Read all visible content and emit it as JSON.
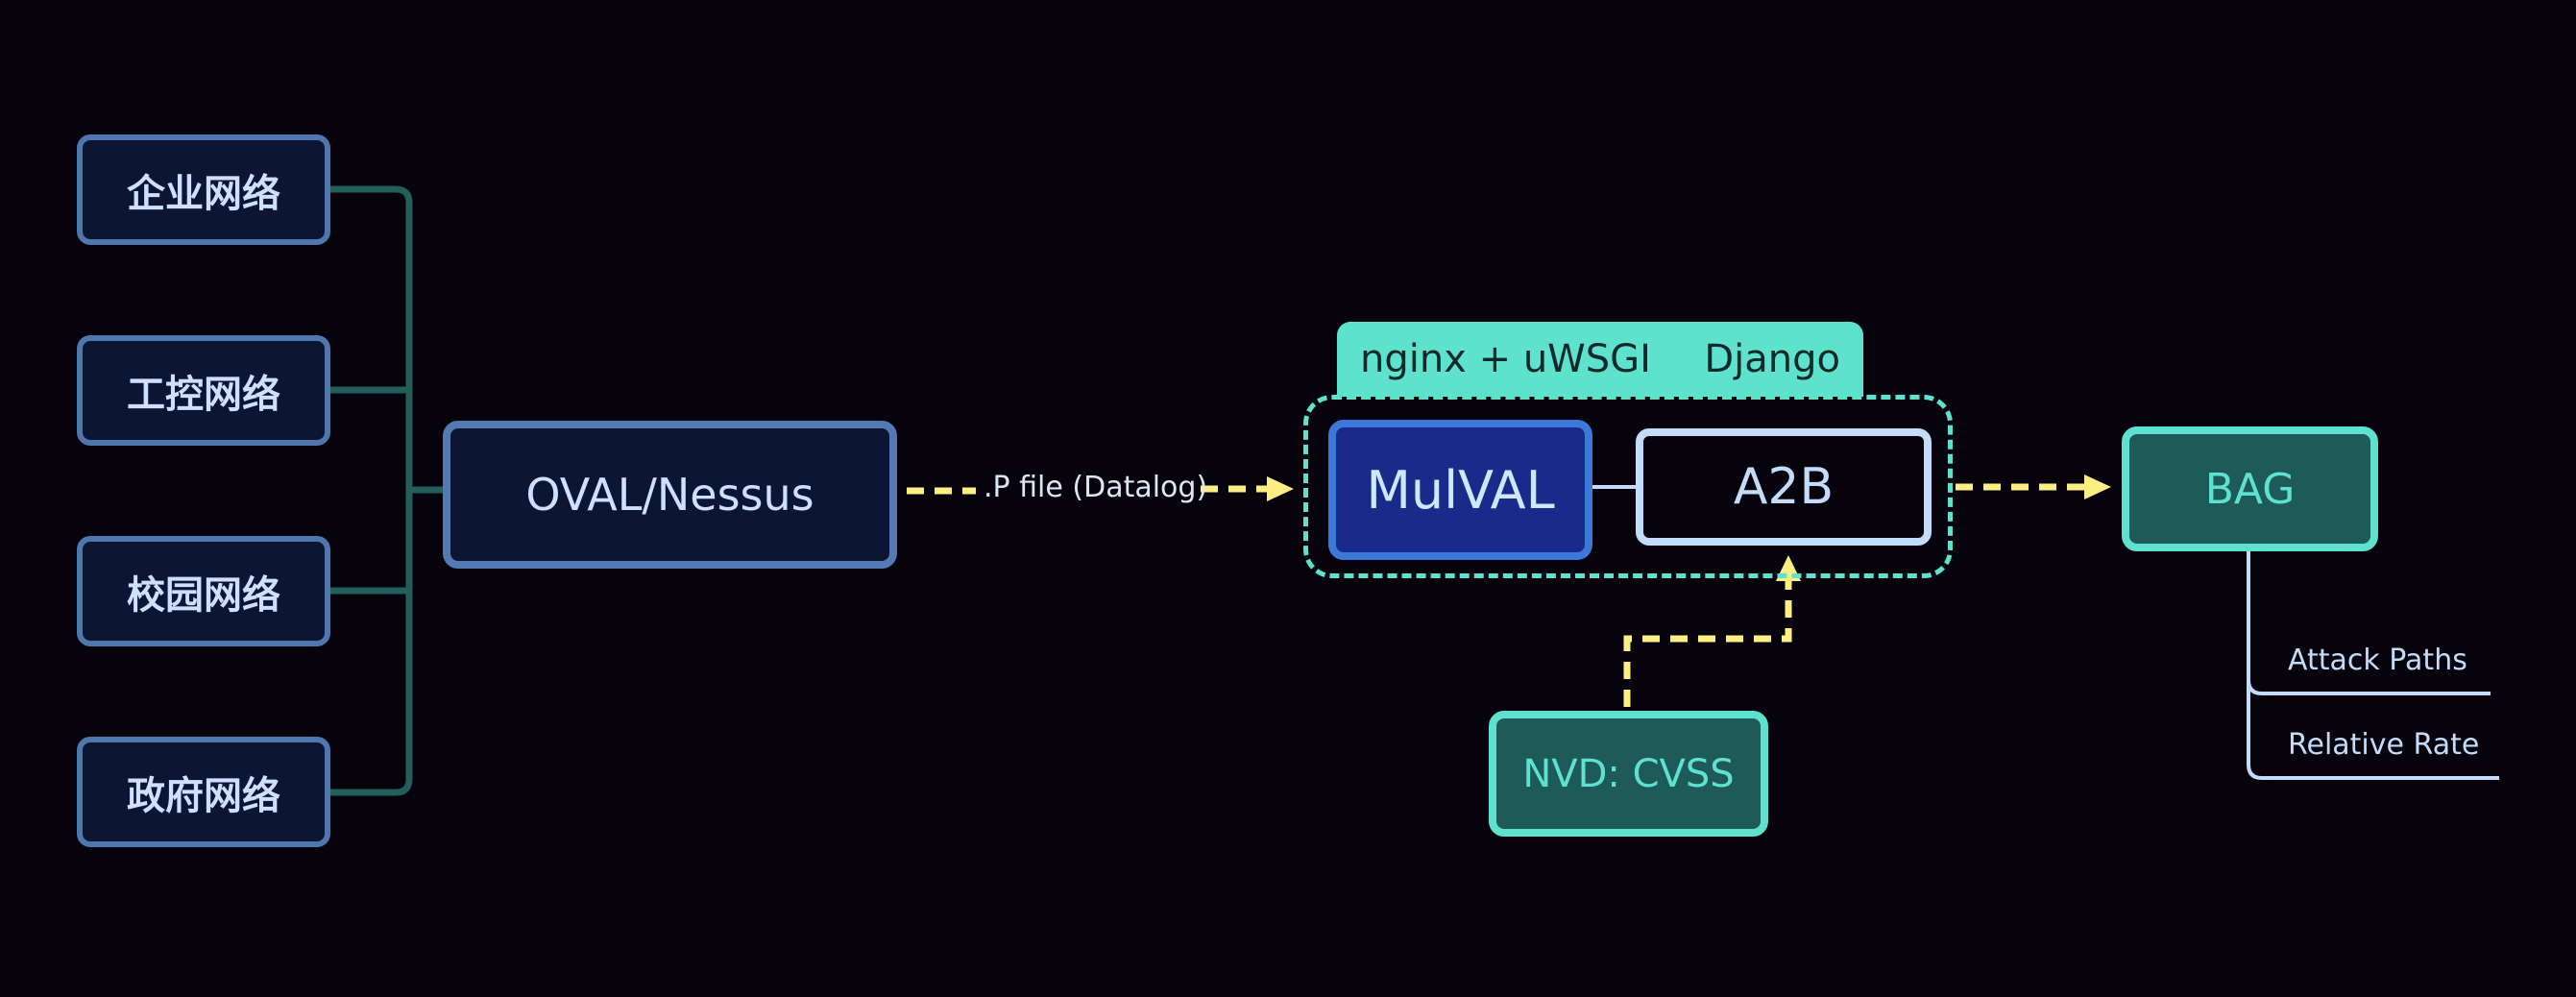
{
  "networks": [
    {
      "label": "企业网络"
    },
    {
      "label": "工控网络"
    },
    {
      "label": "校园网络"
    },
    {
      "label": "政府网络"
    }
  ],
  "scanner": {
    "label": "OVAL/Nessus"
  },
  "edge_label": ".P file (Datalog)",
  "server": {
    "left": "nginx + uWSGI",
    "right": "Django"
  },
  "mulval": {
    "label": "MulVAL"
  },
  "a2b": {
    "label": "A2B"
  },
  "nvd": {
    "label": "NVD: CVSS"
  },
  "bag": {
    "label": "BAG"
  },
  "outputs": [
    {
      "label": "Attack Paths"
    },
    {
      "label": "Relative Rate"
    }
  ],
  "colors": {
    "background": "#07030d",
    "network_border": "#4f77ad",
    "connector": "#245e5a",
    "teal": "#5fe2cd",
    "arrow": "#ffef82",
    "mulval_fill": "#1a2a8a",
    "light_blue": "#c3dcfa"
  }
}
